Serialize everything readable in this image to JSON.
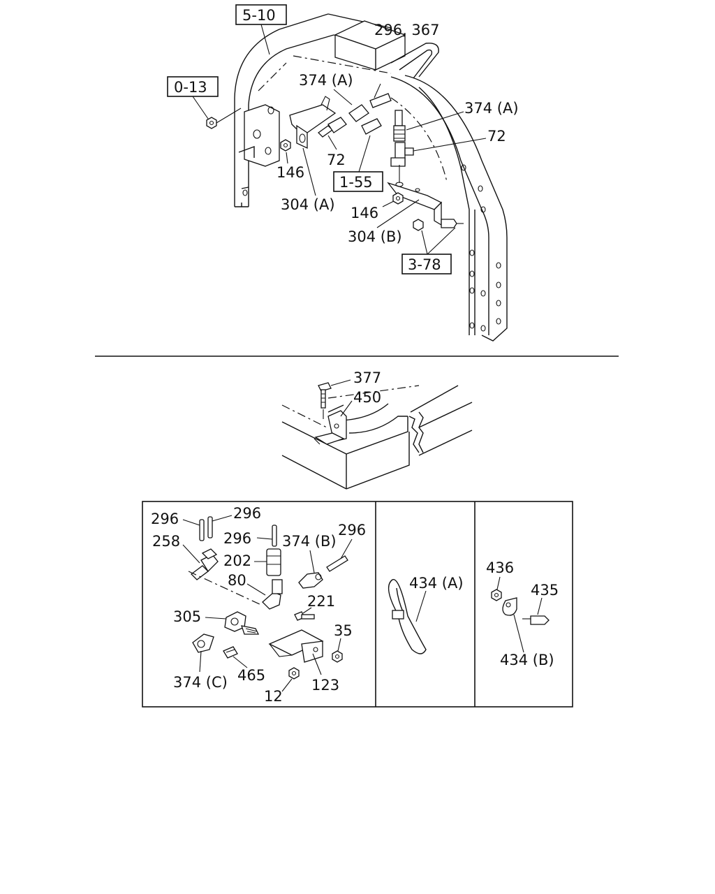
{
  "references": {
    "ref_5_10": "5-10",
    "ref_0_13": "0-13",
    "ref_1_55": "1-55",
    "ref_3_78": "3-78"
  },
  "labels": {
    "p296_367": "296, 367",
    "p374a_1": "374 (A)",
    "p374a_2": "374 (A)",
    "p72_1": "72",
    "p72_2": "72",
    "p146_1": "146",
    "p146_2": "146",
    "p304a": "304 (A)",
    "p304b": "304 (B)",
    "p377": "377",
    "p450": "450",
    "p296_a": "296",
    "p296_b": "296",
    "p296_c": "296",
    "p296_d": "296",
    "p258": "258",
    "p202": "202",
    "p374b": "374 (B)",
    "p80": "80",
    "p221": "221",
    "p305": "305",
    "p35": "35",
    "p374c": "374 (C)",
    "p465": "465",
    "p12": "12",
    "p123": "123",
    "p434a": "434 (A)",
    "p436": "436",
    "p435": "435",
    "p434b": "434 (B)"
  }
}
